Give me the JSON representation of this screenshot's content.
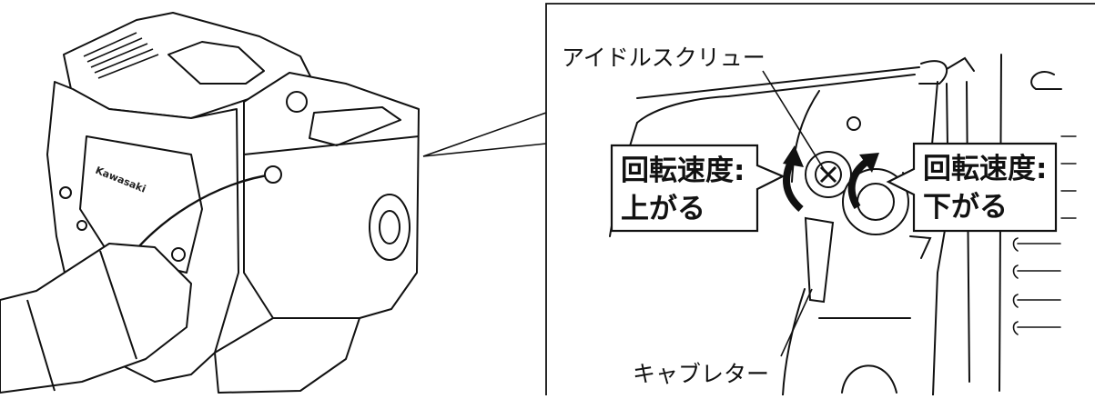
{
  "labels": {
    "idle_screw": "アイドルスクリュー",
    "carburetor": "キャブレター"
  },
  "callouts": {
    "speed_up": {
      "line1": "回転速度:",
      "line2": "上がる"
    },
    "speed_down": {
      "line1": "回転速度:",
      "line2": "下がる"
    }
  },
  "brand": "Kawasaki",
  "colors": {
    "line": "#111111",
    "background": "#ffffff",
    "callout_fill": "#ffffff"
  }
}
